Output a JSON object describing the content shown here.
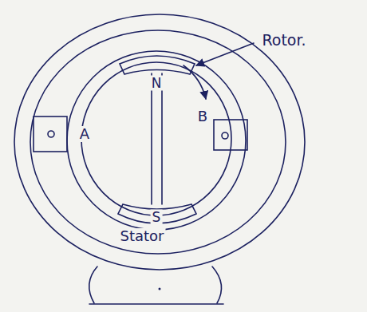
{
  "diagram": {
    "labels": [
      "N",
      "A",
      "B",
      "Rotor.",
      "S",
      "Stator"
    ]
  }
}
